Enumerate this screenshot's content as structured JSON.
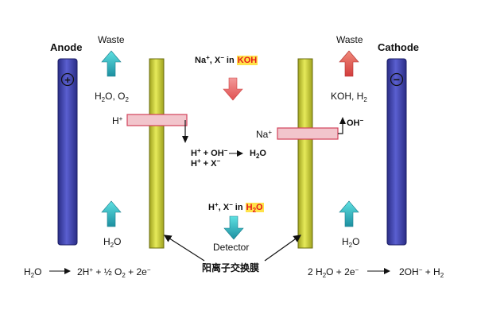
{
  "anode": {
    "label": "Anode",
    "sign": "+"
  },
  "cathode": {
    "label": "Cathode",
    "sign": "−"
  },
  "left_top": {
    "waste": "Waste",
    "products_h2o": "H",
    "products_sub": "2",
    "products_mid": "O, O",
    "products_sub2": "2"
  },
  "right_top": {
    "waste": "Waste",
    "products": "KOH, H",
    "products_sub": "2"
  },
  "left_bottom": {
    "h2o": "H",
    "h2o_sub": "2",
    "h2o_o": "O"
  },
  "right_bottom": {
    "h2o": "H",
    "h2o_sub": "2",
    "h2o_o": "O"
  },
  "feed": {
    "prefix": "Na",
    "sup1": "+",
    "mid": ", X",
    "sup2": "−",
    "in": " in ",
    "highlight": "KOH"
  },
  "reaction_center": {
    "line1_a": "H",
    "line1_sup1": "+",
    "line1_b": " + OH",
    "line1_sup2": "−",
    "line1_product": "H",
    "line1_product_sub": "2",
    "line1_product_o": "O",
    "line2_a": "H",
    "line2_sup1": "+",
    "line2_b": " + X",
    "line2_sup2": "−"
  },
  "outlet": {
    "prefix": "H",
    "sup1": "+",
    "mid": ", X",
    "sup2": "−",
    "in": " in ",
    "hl_h": "H",
    "hl_sub": "2",
    "hl_o": "O"
  },
  "detector": "Detector",
  "left_ion": {
    "text": "H",
    "sup": "+"
  },
  "right_ion": {
    "text": "Na",
    "sup": "+"
  },
  "right_oh": {
    "text": "OH",
    "sup": "−"
  },
  "membrane_label": "阳离子交换膜",
  "eq_anode": {
    "lhs_h": "H",
    "lhs_sub": "2",
    "lhs_o": "O",
    "rhs_a": "2H",
    "rhs_sup": "+",
    "rhs_b": " + ½ O",
    "rhs_sub": "2",
    "rhs_c": " + 2e",
    "rhs_sup2": "−"
  },
  "eq_cathode": {
    "lhs_a": "2 H",
    "lhs_sub": "2",
    "lhs_b": "O + 2e",
    "lhs_sup": "−",
    "rhs_a": "2OH",
    "rhs_sup": "−",
    "rhs_b": " + H",
    "rhs_sub": "2"
  },
  "colors": {
    "electrode": "#3b3fa8",
    "membrane": "#d8dc3c",
    "channel_fill": "#f2c5cc",
    "channel_border": "#d2425a",
    "arrow_cyan": "#35c3c6",
    "arrow_red": "#ef6a6a",
    "highlight_bg": "#ffe24a",
    "highlight_text": "#e51b1b"
  }
}
